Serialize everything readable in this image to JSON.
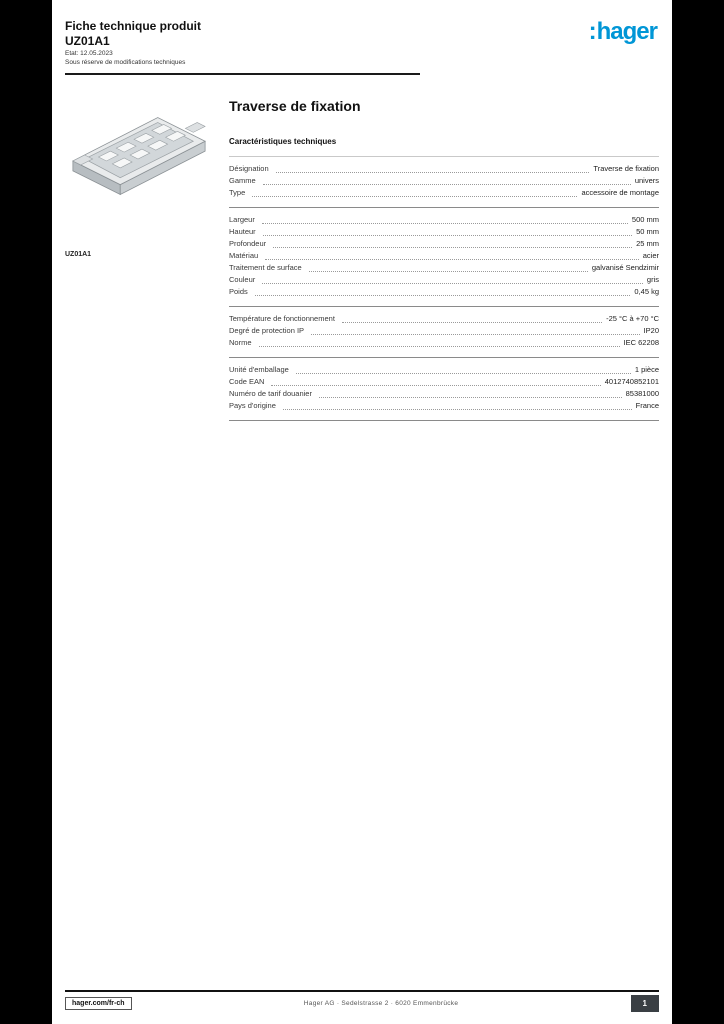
{
  "colors": {
    "brand_blue": "#0096d6",
    "footer_box": "#3a3f44"
  },
  "header": {
    "title_line1": "Fiche technique produit",
    "title_line2": "UZ01A1",
    "meta_line1": "Etat: 12.05.2023",
    "meta_line2": "Sous réserve de modifications techniques"
  },
  "logo_text": "hager",
  "product": {
    "title": "Traverse de fixation",
    "section_heading": "Caractéristiques techniques",
    "image_caption": "UZ01A1"
  },
  "specs": {
    "sections": [
      {
        "rows": [
          {
            "label": "Désignation",
            "value": "Traverse de fixation"
          },
          {
            "label": "Gamme",
            "value": "univers"
          },
          {
            "label": "Type",
            "value": "accessoire de montage"
          }
        ]
      },
      {
        "rows": [
          {
            "label": "Largeur",
            "value": "500 mm"
          },
          {
            "label": "Hauteur",
            "value": "50 mm"
          },
          {
            "label": "Profondeur",
            "value": "25 mm"
          },
          {
            "label": "Matériau",
            "value": "acier"
          },
          {
            "label": "Traitement de surface",
            "value": "galvanisé Sendzimir"
          },
          {
            "label": "Couleur",
            "value": "gris"
          },
          {
            "label": "Poids",
            "value": "0,45 kg"
          }
        ]
      },
      {
        "rows": [
          {
            "label": "Température de fonctionnement",
            "value": "-25 °C à +70 °C"
          },
          {
            "label": "Degré de protection IP",
            "value": "IP20"
          },
          {
            "label": "Norme",
            "value": "IEC 62208"
          }
        ]
      },
      {
        "rows": [
          {
            "label": "Unité d'emballage",
            "value": "1 pièce"
          },
          {
            "label": "Code EAN",
            "value": "4012740852101"
          },
          {
            "label": "Numéro de tarif douanier",
            "value": "85381000"
          },
          {
            "label": "Pays d'origine",
            "value": "France"
          }
        ]
      }
    ]
  },
  "footer": {
    "url": "hager.com/fr-ch",
    "center_text": "Hager AG · Sedelstrasse 2 · 6020 Emmenbrücke",
    "page": "1"
  }
}
